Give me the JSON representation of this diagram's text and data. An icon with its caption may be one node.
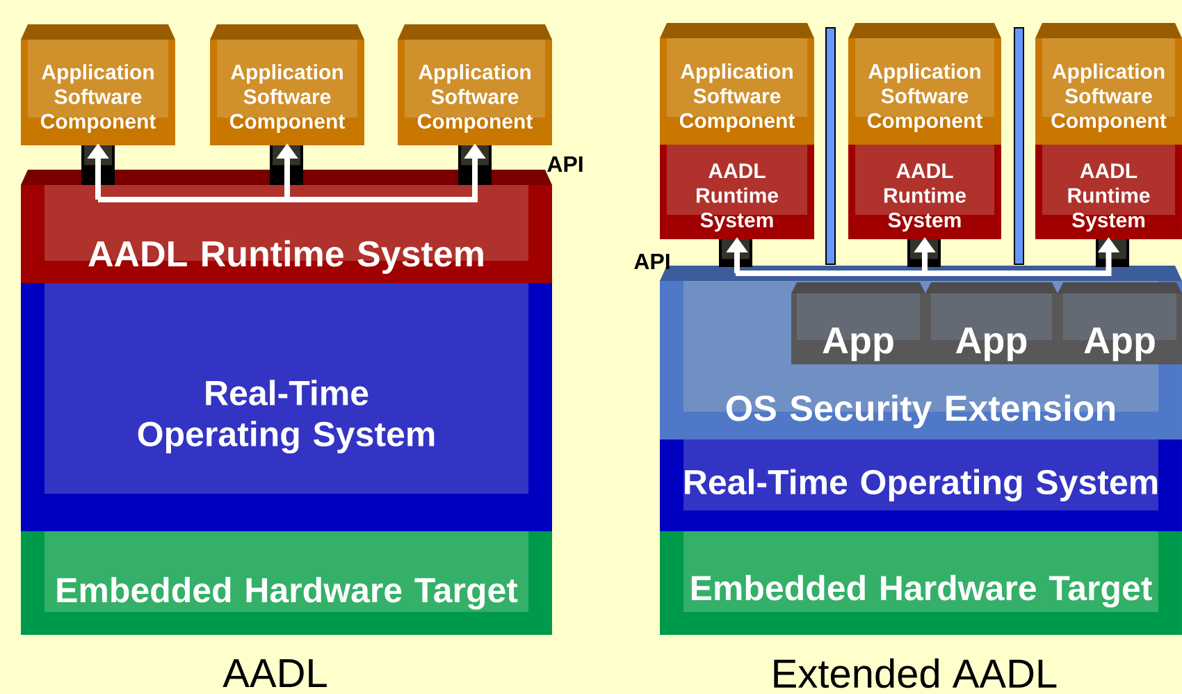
{
  "diagram": {
    "nodes": [
      {
        "text": [
          "Application Software Component"
        ]
      },
      {
        "text": [
          "Application Software Component"
        ]
      },
      {
        "text": [
          "Application Software Component"
        ]
      },
      {
        "text": [
          "AADL Runtime System"
        ]
      },
      {
        "text": [
          "Real-Time Operating System"
        ]
      },
      {
        "text": [
          "Embedded Hardware Target"
        ]
      },
      {
        "text": [
          "Application Software Component"
        ]
      },
      {
        "text": [
          "AADL Runtime System"
        ]
      },
      {
        "text": [
          "Application Software Component"
        ]
      },
      {
        "text": [
          "AADL Runtime System"
        ]
      },
      {
        "text": [
          "Application Software Component"
        ]
      },
      {
        "text": [
          "AADL Runtime System"
        ]
      },
      {
        "text": [
          "OS Security Extension"
        ]
      },
      {
        "text": [
          "App"
        ],
        "in": 12
      },
      {
        "text": [
          "App"
        ],
        "in": 12
      },
      {
        "text": [
          "App"
        ],
        "in": 12
      },
      {
        "text": [
          "Real-Time Operating System"
        ]
      },
      {
        "text": [
          "Embedded Hardware Target"
        ]
      }
    ],
    "edges": [
      {
        "from": 3,
        "to": 0,
        "arrow": "to"
      },
      {
        "from": 3,
        "to": 1,
        "arrow": "to"
      },
      {
        "from": 3,
        "to": 2,
        "arrow": "to"
      },
      {
        "from": 12,
        "to": 7,
        "arrow": "to"
      },
      {
        "from": 12,
        "to": 9,
        "arrow": "to"
      },
      {
        "from": 12,
        "to": 11,
        "arrow": "to"
      }
    ],
    "labels": [
      "API",
      "API",
      "AADL",
      "Extended AADL"
    ]
  }
}
